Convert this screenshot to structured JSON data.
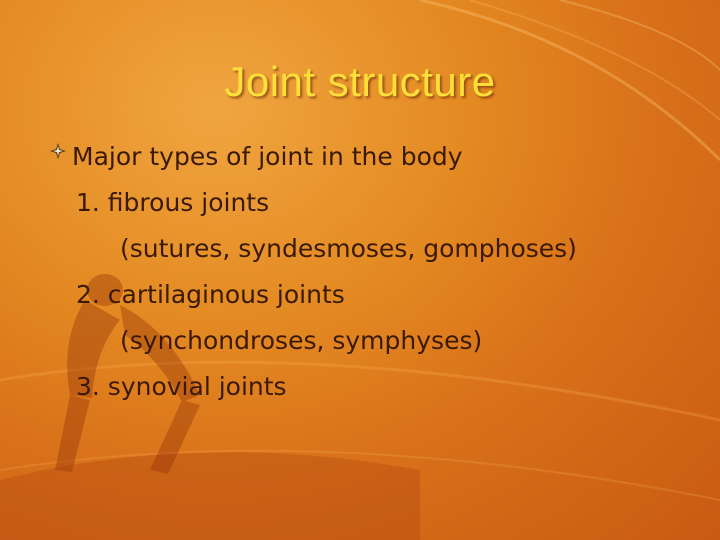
{
  "slide": {
    "title": "Joint structure",
    "bullet": "Major types of joint in the body",
    "lines": [
      "1. fibrous joints",
      "(sutures, syndesmoses, gomphoses)",
      "2. cartilaginous joints",
      "(synchondroses, symphyses)",
      "3. synovial joints"
    ]
  },
  "colors": {
    "title": "#ffe03a",
    "text": "#3a1a05",
    "background": "#e48a22"
  },
  "icons": {
    "bullet": "diamond-star-bullet-icon"
  }
}
